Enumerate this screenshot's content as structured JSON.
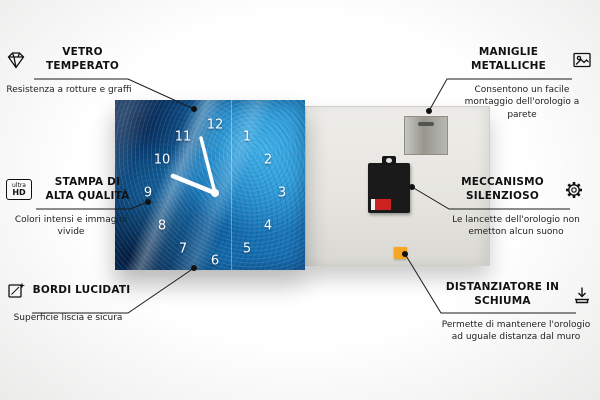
{
  "product": {
    "kind": "glass wall clock infographic",
    "clock": {
      "numerals": [
        "12",
        "1",
        "2",
        "3",
        "4",
        "5",
        "6",
        "7",
        "8",
        "9",
        "10",
        "11"
      ]
    },
    "back_parts": [
      "metal-plate",
      "clock-mechanism",
      "foam-spacer"
    ]
  },
  "callouts": [
    {
      "title": "VETRO TEMPERATO",
      "desc": "Resistenza a rotture e graffi",
      "icon": "diamond-icon"
    },
    {
      "title": "STAMPA DI ALTA QUALITÀ",
      "desc": "Colori intensi e immagini vivide",
      "icon": "ultra-hd-icon",
      "icon_text_small": "ultra",
      "icon_text_big": "HD"
    },
    {
      "title": "BORDI LUCIDATI",
      "desc": "Superficie liscia e sicura",
      "icon": "polished-edge-icon"
    },
    {
      "title": "MANIGLIE METALLICHE",
      "desc": "Consentono un facile montaggio dell'orologio a parete",
      "icon": "picture-frame-icon"
    },
    {
      "title": "MECCANISMO SILENZIOSO",
      "desc": "Le lancette dell'orologio non emetton alcun suono",
      "icon": "gear-icon"
    },
    {
      "title": "DISTANZIATORE IN SCHIUMA",
      "desc": "Permette di mantenere l'orologio ad uguale distanza dal muro",
      "icon": "foam-spacer-icon"
    }
  ],
  "colors": {
    "accent_blue": "#1a7fc0",
    "foam_orange": "#f5a623",
    "mechanism_black": "#1a1a1a",
    "callout_line": "#1a1a1a"
  }
}
